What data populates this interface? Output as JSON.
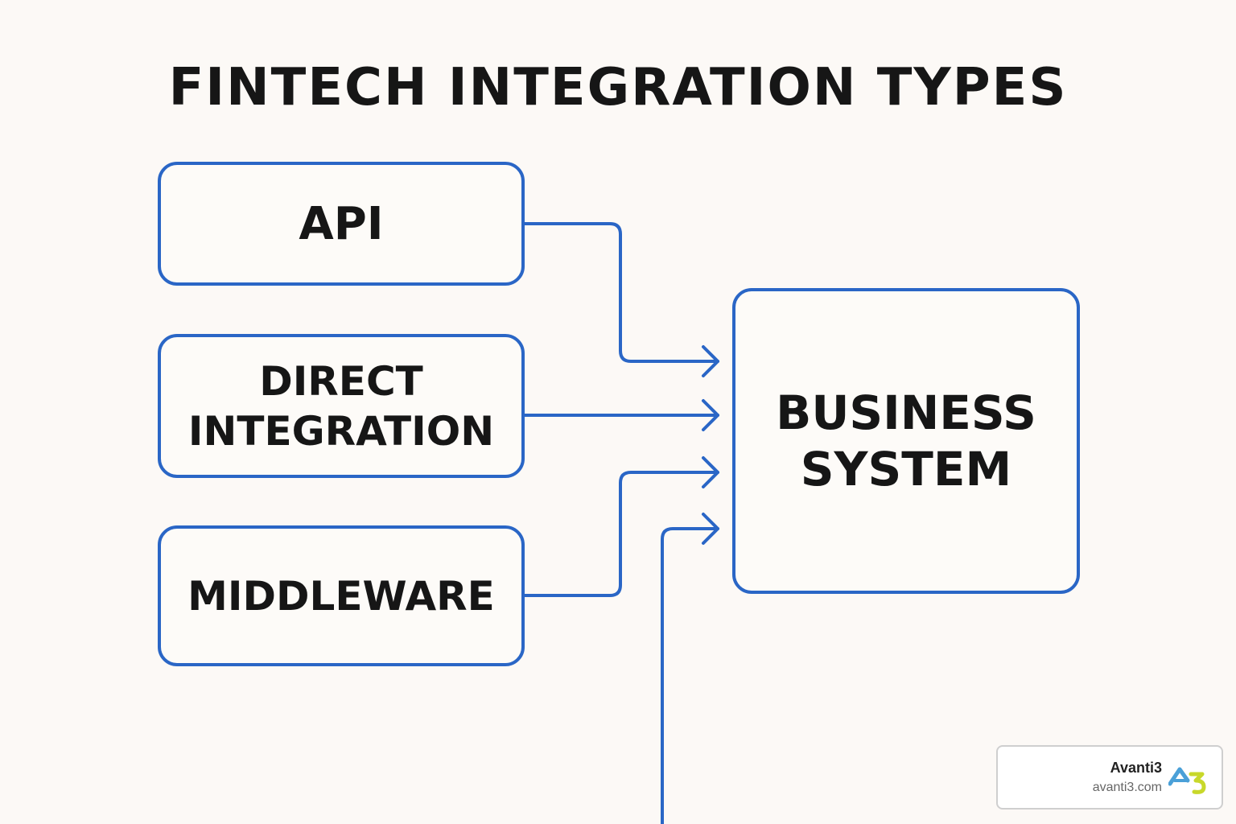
{
  "title": "FINTECH INTEGRATION TYPES",
  "nodes": {
    "api": {
      "label": "API"
    },
    "direct": {
      "line1": "DIRECT",
      "line2": "INTEGRATION"
    },
    "middleware": {
      "label": "MIDDLEWARE"
    },
    "business": {
      "line1": "BUSINESS",
      "line2": "SYSTEM"
    }
  },
  "edges": [
    {
      "from": "API",
      "to": "BUSINESS SYSTEM"
    },
    {
      "from": "DIRECT INTEGRATION",
      "to": "BUSINESS SYSTEM"
    },
    {
      "from": "MIDDLEWARE",
      "to": "BUSINESS SYSTEM"
    },
    {
      "from": "",
      "to": "BUSINESS SYSTEM"
    }
  ],
  "brand": {
    "name": "Avanti3",
    "url": "avanti3.com",
    "logo_icon": "avanti3-logo-icon"
  },
  "colors": {
    "accent": "#2a66c6",
    "text": "#161616",
    "background": "#fcf9f6",
    "logo_blue": "#4aa0d8",
    "logo_green": "#c8d82a"
  }
}
